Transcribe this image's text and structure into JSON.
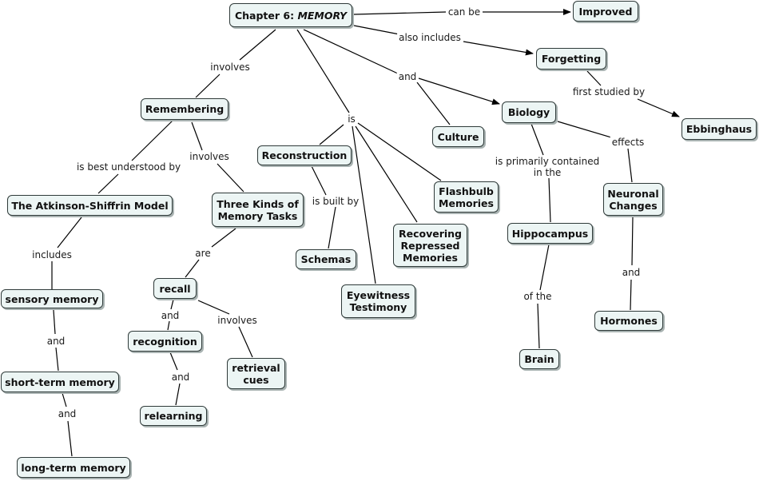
{
  "title": {
    "prefix": "Chapter 6: ",
    "emph": "MEMORY"
  },
  "nodes": {
    "improved": "Improved",
    "forgetting": "Forgetting",
    "ebbinghaus": "Ebbinghaus",
    "remembering": "Remembering",
    "culture": "Culture",
    "biology": "Biology",
    "reconstruction": "Reconstruction",
    "atkinson": "The Atkinson-Shiffrin Model",
    "three_kinds": "Three Kinds of\nMemory Tasks",
    "flashbulb": "Flashbulb\nMemories",
    "neuronal": "Neuronal\nChanges",
    "hippocampus": "Hippocampus",
    "recovering": "Recovering\nRepressed\nMemories",
    "schemas": "Schemas",
    "sensory": "sensory memory",
    "recall": "recall",
    "eyewitness": "Eyewitness\nTestimony",
    "hormones": "Hormones",
    "recognition": "recognition",
    "brain": "Brain",
    "retrieval": "retrieval\ncues",
    "short_term": "short-term memory",
    "relearning": "relearning",
    "long_term": "long-term memory"
  },
  "labels": {
    "can_be": "can be",
    "also_includes": "also includes",
    "first_studied_by": "first studied by",
    "involves_1": "involves",
    "and_culture": "and",
    "is": "is",
    "effects": "effects",
    "best_understood": "is best understood by",
    "involves_2": "involves",
    "primarily_contained": "is primarily contained\nin the",
    "built_by": "is built by",
    "includes": "includes",
    "are": "are",
    "and_neuronal": "and",
    "of_the": "of the",
    "and_recall": "and",
    "involves_3": "involves",
    "and_sensory": "and",
    "and_recognition": "and",
    "and_short": "and"
  }
}
